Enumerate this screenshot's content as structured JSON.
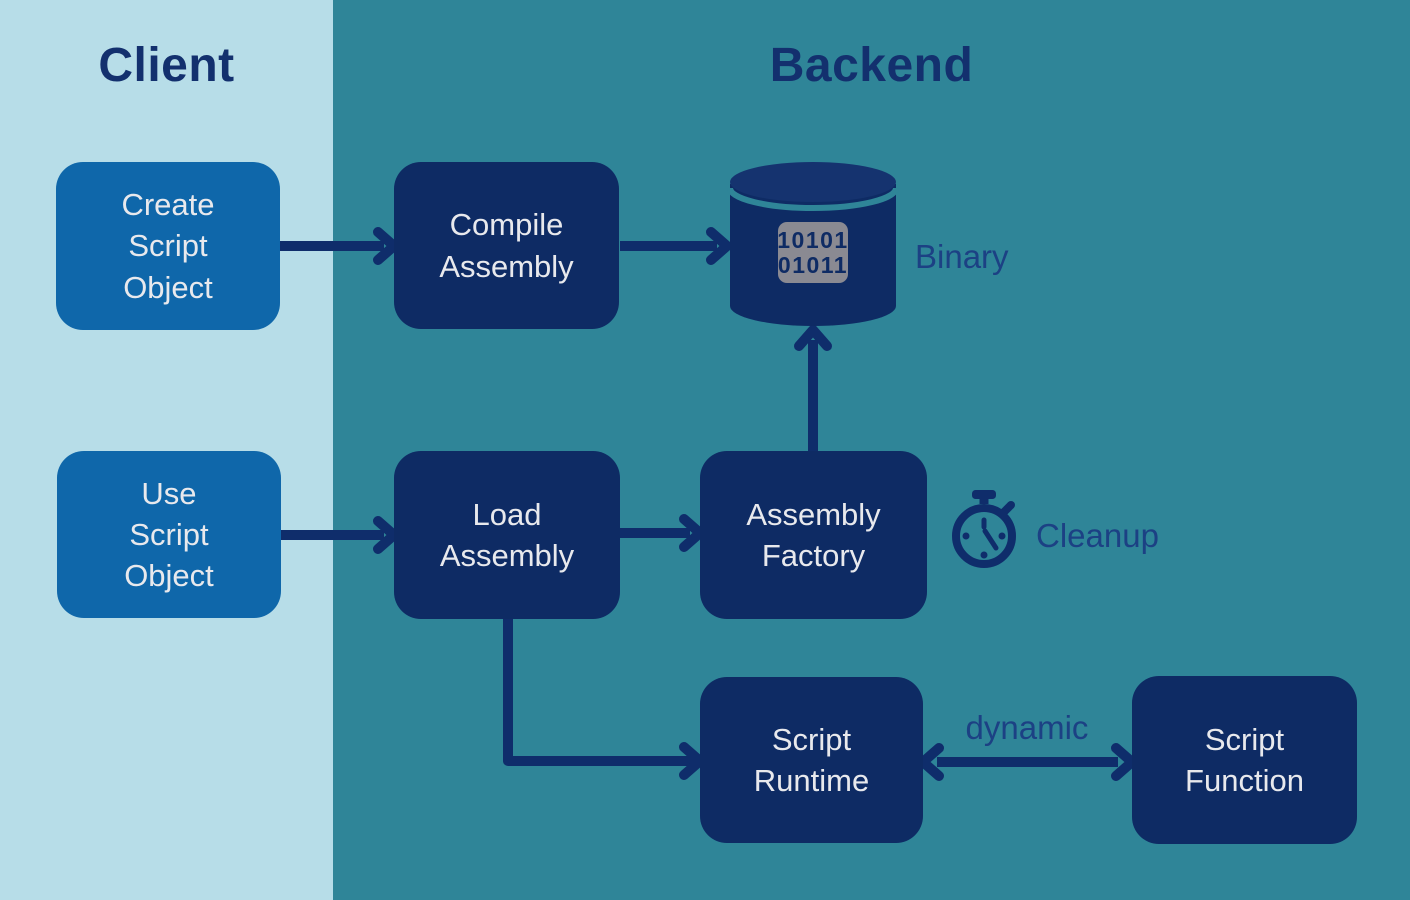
{
  "colors": {
    "client_bg": "#b7dde8",
    "backend_bg": "#2f8598",
    "node_navy": "#0e2b64",
    "node_blue": "#0f67aa",
    "cylinder_lid": "#15336f",
    "arrow": "#0f2d6b",
    "title_text": "#13306e",
    "label_text": "#1c4184",
    "node_text": "#e8e9ed",
    "badge_bg": "#8a8a92"
  },
  "panels": {
    "client": {
      "title": "Client"
    },
    "backend": {
      "title": "Backend"
    }
  },
  "nodes": {
    "create_script_object": {
      "label": "Create\nScript\nObject"
    },
    "compile_assembly": {
      "label": "Compile\nAssembly"
    },
    "use_script_object": {
      "label": "Use\nScript\nObject"
    },
    "load_assembly": {
      "label": "Load\nAssembly"
    },
    "assembly_factory": {
      "label": "Assembly\nFactory"
    },
    "script_runtime": {
      "label": "Script\nRuntime"
    },
    "script_function": {
      "label": "Script\nFunction"
    }
  },
  "annotations": {
    "binary": {
      "label": "Binary",
      "badge_line1": "10101",
      "badge_line2": "01011",
      "icon": "database-cylinder-icon"
    },
    "cleanup": {
      "label": "Cleanup",
      "icon": "stopwatch-icon"
    },
    "dynamic": {
      "label": "dynamic"
    }
  }
}
